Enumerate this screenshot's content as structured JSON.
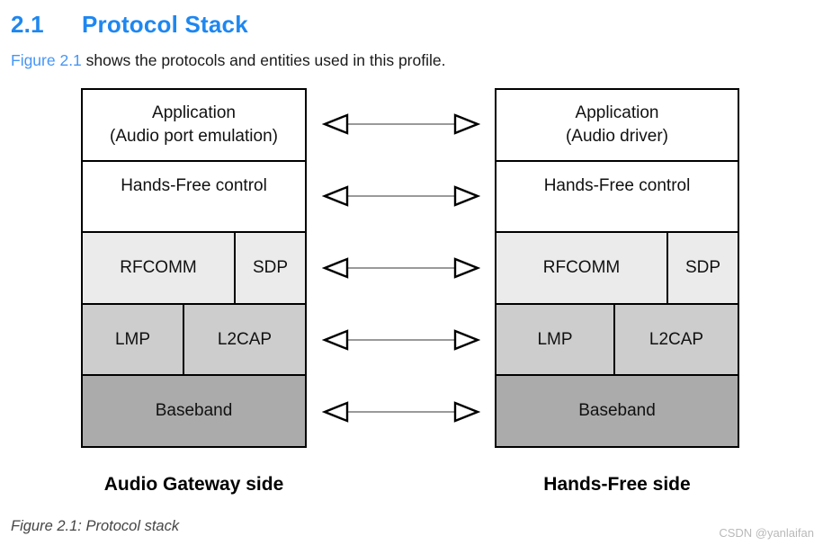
{
  "header": {
    "section_number": "2.1",
    "section_title": "Protocol Stack"
  },
  "intro": {
    "link_text": "Figure 2.1",
    "rest_text": " shows the protocols and entities used in this profile."
  },
  "stacks": {
    "left": {
      "side_label": "Audio Gateway side",
      "app_line1": "Application",
      "app_line2": "(Audio port emulation)",
      "control": "Hands-Free control",
      "rfcomm": "RFCOMM",
      "sdp": "SDP",
      "lmp": "LMP",
      "l2cap": "L2CAP",
      "baseband": "Baseband"
    },
    "right": {
      "side_label": "Hands-Free side",
      "app_line1": "Application",
      "app_line2": "(Audio driver)",
      "control": "Hands-Free control",
      "rfcomm": "RFCOMM",
      "sdp": "SDP",
      "lmp": "LMP",
      "l2cap": "L2CAP",
      "baseband": "Baseband"
    }
  },
  "caption": "Figure 2.1: Protocol stack",
  "watermark": "CSDN @yanlaifan",
  "colors": {
    "title_blue": "#1e87f0",
    "link_blue": "#4596f5",
    "row_light": "#ebebeb",
    "row_medium": "#cdcdcd",
    "row_dark": "#ababab"
  }
}
